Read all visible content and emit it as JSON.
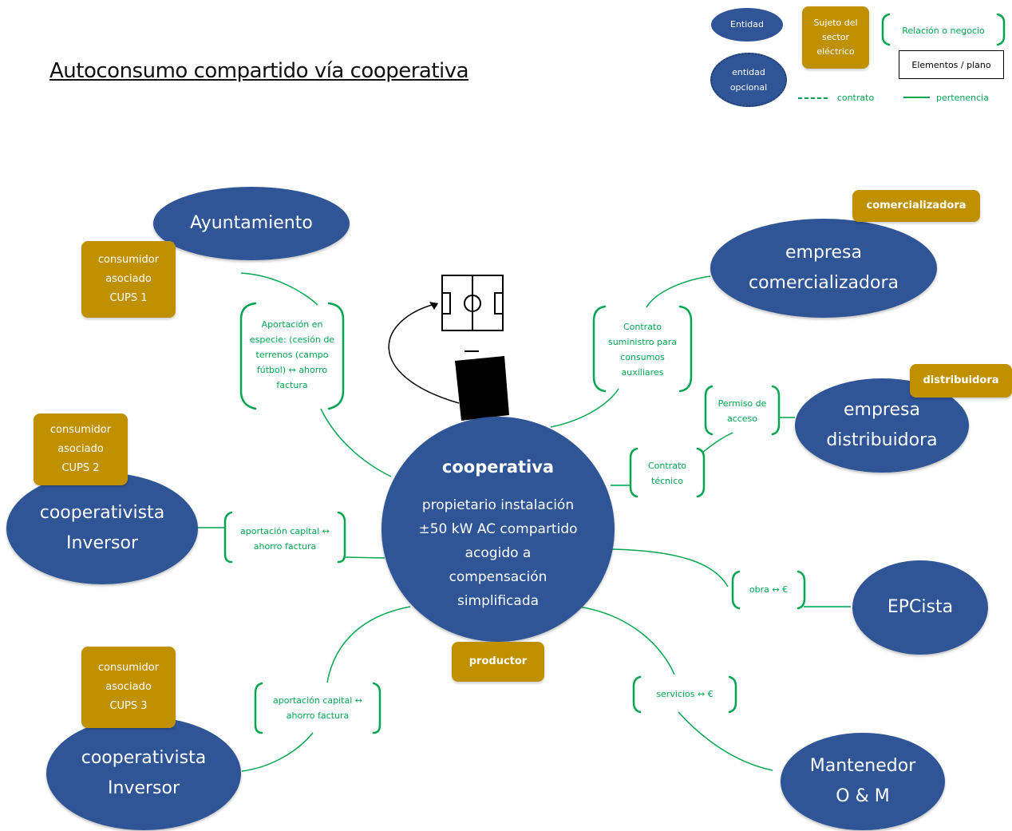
{
  "title": "Autoconsumo compartido vía cooperativa",
  "colors": {
    "entity": "#2f5597",
    "subject": "#bf9000",
    "relation": "#00a650"
  },
  "legend": {
    "entity": "Entidad",
    "subject": [
      "Sujeto del",
      "sector",
      "eléctrico"
    ],
    "relation": "Relación o negocio",
    "elements": "Elementos / plano",
    "optional_entity": [
      "entidad",
      "opcional"
    ],
    "contract": "contrato",
    "membership": "pertenencia"
  },
  "entities": {
    "ayuntamiento": [
      "Ayuntamiento"
    ],
    "comercializadora": [
      "empresa",
      "comercializadora"
    ],
    "distribuidora": [
      "empresa",
      "distribuidora"
    ],
    "inversor_1": [
      "cooperativista",
      "Inversor"
    ],
    "inversor_2": [
      "cooperativista",
      "Inversor"
    ],
    "epcista": [
      "EPCista"
    ],
    "mantenedor": [
      "Mantenedor",
      "O & M"
    ],
    "cooperativa_title": "cooperativa",
    "cooperativa_desc": [
      "propietario instalación",
      "±50 kW AC compartido",
      "acogido a",
      "compensación",
      "simplificada"
    ]
  },
  "subjects": {
    "comercializadora": [
      "comercializadora"
    ],
    "distribuidora": [
      "distribuidora"
    ],
    "productor": [
      "productor"
    ],
    "cups1": [
      "consumidor",
      "asociado",
      "CUPS 1"
    ],
    "cups2": [
      "consumidor",
      "asociado",
      "CUPS 2"
    ],
    "cups3": [
      "consumidor",
      "asociado",
      "CUPS 3"
    ]
  },
  "relations": {
    "ayuntamiento": [
      "Aportación en",
      "especie: (cesión de",
      "terrenos (campo",
      "fútbol) ↔ ahorro",
      "factura"
    ],
    "comercializadora": [
      "Contrato",
      "suministro para",
      "consumos",
      "auxiliares"
    ],
    "permiso": [
      "Permiso de",
      "acceso"
    ],
    "tecnico": [
      "Contrato",
      "técnico"
    ],
    "inversor_1": [
      "aportación capital ↔",
      "ahorro factura"
    ],
    "inversor_2": [
      "aportación capital ↔",
      "ahorro factura"
    ],
    "obra": [
      "obra ↔ €"
    ],
    "servicios": [
      "servicios ↔ €"
    ]
  }
}
